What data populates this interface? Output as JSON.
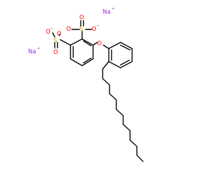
{
  "molecule": {
    "atom_labels": {
      "sodium_1": "Na",
      "sodium_2": "Na",
      "plus_charge": "+",
      "minus_charge": "−",
      "sulfur": "S",
      "oxygen": "O"
    },
    "colors": {
      "bond": "#000000",
      "oxygen": "#ff0000",
      "sulfur": "#c8a000",
      "sodium": "#8a2be2",
      "carbon": "#000000"
    }
  }
}
